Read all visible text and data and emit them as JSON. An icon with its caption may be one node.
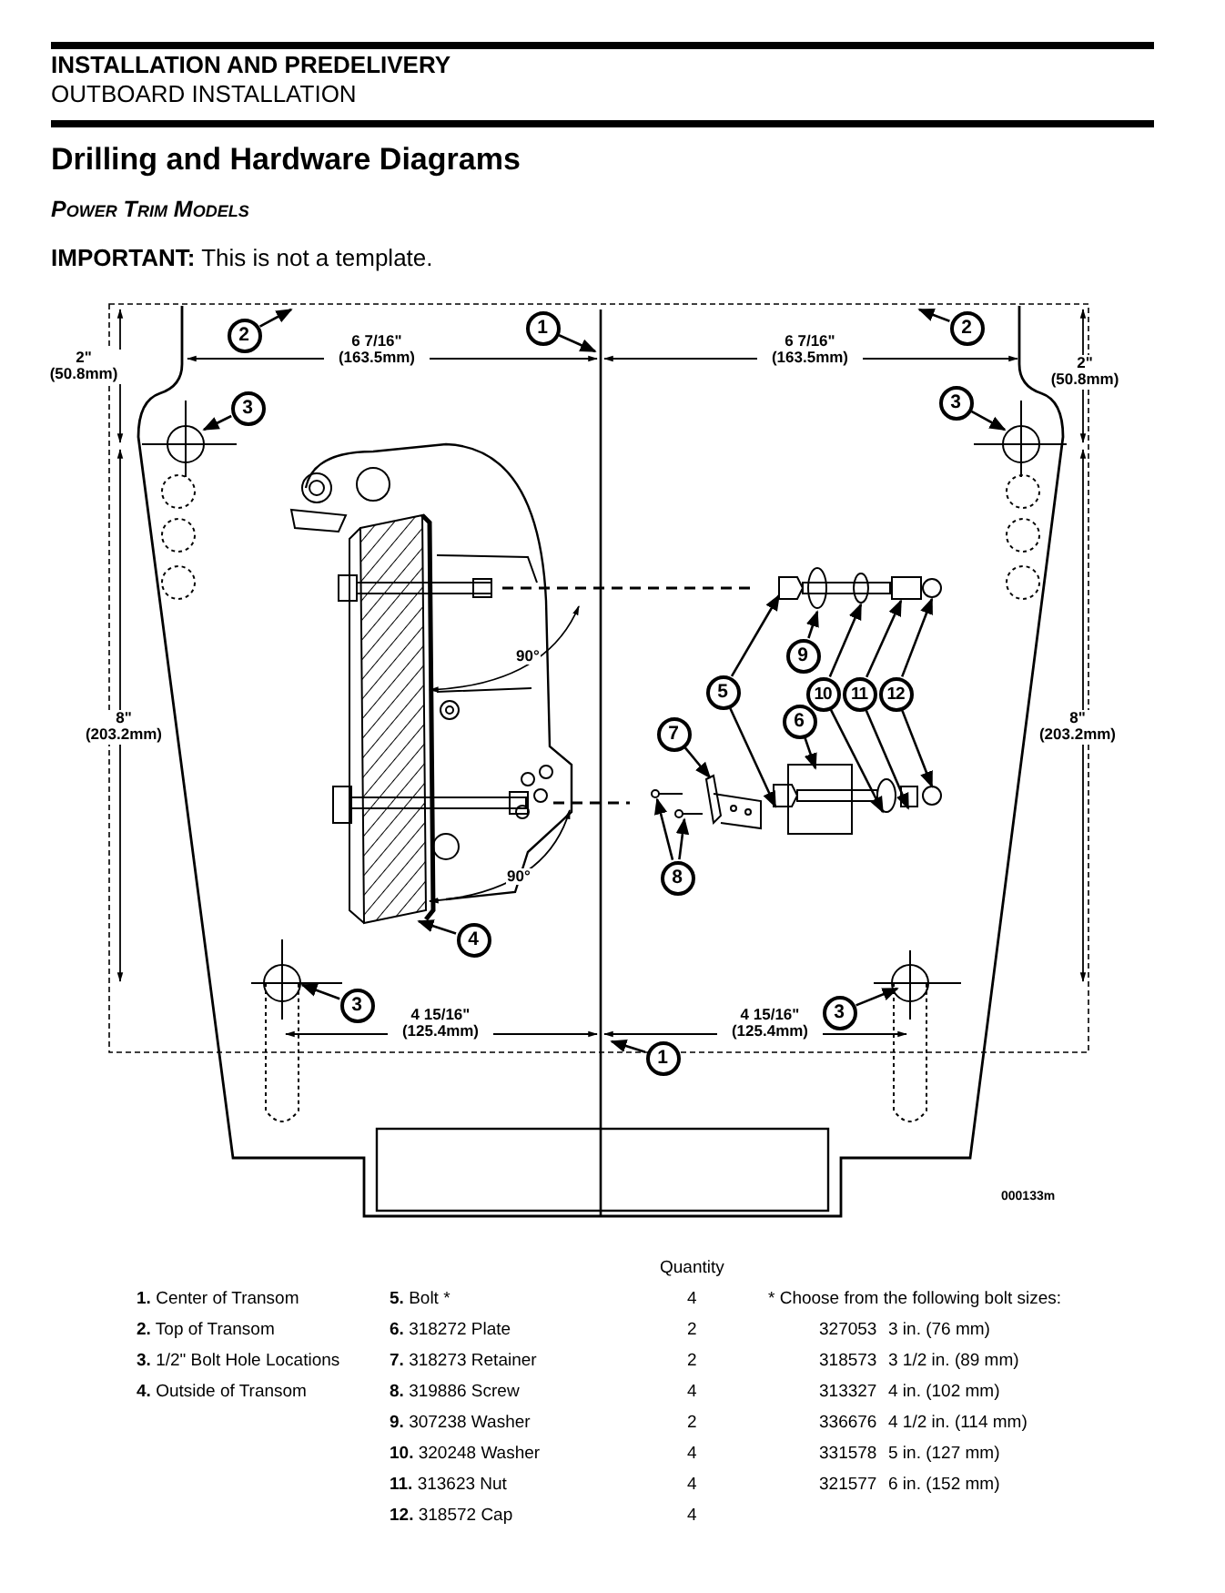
{
  "diagram": {
    "title": "Drilling and Hardware Diagrams",
    "nodes": [
      {
        "text": [
          "2"
        ]
      },
      {
        "text": [
          "1"
        ]
      },
      {
        "text": [
          "2"
        ]
      },
      {
        "text": [
          "3"
        ]
      },
      {
        "text": [
          "3"
        ]
      },
      {
        "text": [
          "9"
        ]
      },
      {
        "text": [
          "5"
        ]
      },
      {
        "text": [
          "10"
        ]
      },
      {
        "text": [
          "11"
        ]
      },
      {
        "text": [
          "12"
        ]
      },
      {
        "text": [
          "7"
        ]
      },
      {
        "text": [
          "6"
        ]
      },
      {
        "text": [
          "8"
        ]
      },
      {
        "text": [
          "4"
        ]
      },
      {
        "text": [
          "3"
        ]
      },
      {
        "text": [
          "3"
        ]
      },
      {
        "text": [
          "1"
        ]
      },
      {
        "text": [],
        "shape": "bar"
      },
      {
        "text": [],
        "shape": "picture"
      },
      {
        "text": [],
        "shape": "picture"
      },
      {
        "text": [],
        "shape": "picture"
      },
      {
        "text": [],
        "shape": "circle"
      },
      {
        "text": [],
        "shape": "circle"
      },
      {
        "text": [],
        "shape": "box"
      },
      {
        "text": [],
        "shape": "circle"
      },
      {
        "text": [],
        "shape": "picture"
      },
      {
        "text": [],
        "shape": "picture"
      },
      {
        "text": [],
        "shape": "box"
      },
      {
        "text": [],
        "shape": "circle"
      },
      {
        "text": [],
        "shape": "box"
      },
      {
        "text": [],
        "shape": "circle"
      }
    ],
    "edges": [
      {
        "from": 0,
        "to": null,
        "arrow": "to"
      },
      {
        "from": 1,
        "to": null,
        "arrow": "to"
      },
      {
        "from": 2,
        "to": null,
        "arrow": "to"
      },
      {
        "from": 3,
        "to": null,
        "arrow": "to"
      },
      {
        "from": 4,
        "to": null,
        "arrow": "to"
      },
      {
        "from": 5,
        "to": 21,
        "arrow": "to"
      },
      {
        "from": 6,
        "to": 20,
        "arrow": "to"
      },
      {
        "from": 6,
        "to": 26,
        "arrow": "to"
      },
      {
        "from": 7,
        "to": 22,
        "arrow": "to"
      },
      {
        "from": 7,
        "to": 28,
        "arrow": "to"
      },
      {
        "from": 8,
        "to": 23,
        "arrow": "to"
      },
      {
        "from": 8,
        "to": 29,
        "arrow": "to"
      },
      {
        "from": 9,
        "to": 24,
        "arrow": "to"
      },
      {
        "from": 9,
        "to": 30,
        "arrow": "to"
      },
      {
        "from": 10,
        "to": 25,
        "arrow": "to"
      },
      {
        "from": 11,
        "to": 27,
        "arrow": "to"
      },
      {
        "from": 12,
        "to": 18,
        "arrow": "to"
      },
      {
        "from": 12,
        "to": 19,
        "arrow": "to"
      },
      {
        "from": 13,
        "to": 17,
        "arrow": "to"
      },
      {
        "from": 14,
        "to": null,
        "arrow": "to"
      },
      {
        "from": 15,
        "to": null,
        "arrow": "to"
      },
      {
        "from": 16,
        "to": null,
        "arrow": "to"
      }
    ],
    "labels": [
      "INSTALLATION AND PREDELIVERY",
      "OUTBOARD INSTALLATION",
      "Power Trim Models",
      "**IMPORTANT:**  This is not a template.",
      "2\" (50.8mm)",
      "6 7/16\" (163.5mm)",
      "6 7/16\" (163.5mm)",
      "2\" (50.8mm)",
      "90°",
      "8\" (203.2mm)",
      "8\" (203.2mm)",
      "90°",
      "4 15/16\" (125.4mm)",
      "4 15/16\" (125.4mm)",
      "000133m",
      "Quantity",
      "**1.** Center of Transom",
      "**5.** Bolt *",
      "4",
      "* Choose from the following bolt sizes:",
      "**2.** Top of Transom",
      "**6.** 318272 Plate",
      "2",
      "327053",
      "3 in. (76 mm)",
      "**3.** 1/2\" Bolt Hole Locations",
      "**7.** 318273 Retainer",
      "2",
      "318573",
      "3 1/2 in. (89 mm)",
      "**4.** Outside of Transom",
      "**8.** 319886 Screw",
      "4",
      "313327",
      "4 in. (102 mm)",
      "**9.** 307238 Washer",
      "2",
      "336676",
      "4 1/2 in. (114 mm)",
      "**10.** 320248 Washer",
      "4",
      "331578",
      "5 in. (127 mm)",
      "**11.** 313623 Nut",
      "4",
      "321577",
      "6 in. (152 mm)",
      "**12.** 318572 Cap",
      "4"
    ]
  }
}
